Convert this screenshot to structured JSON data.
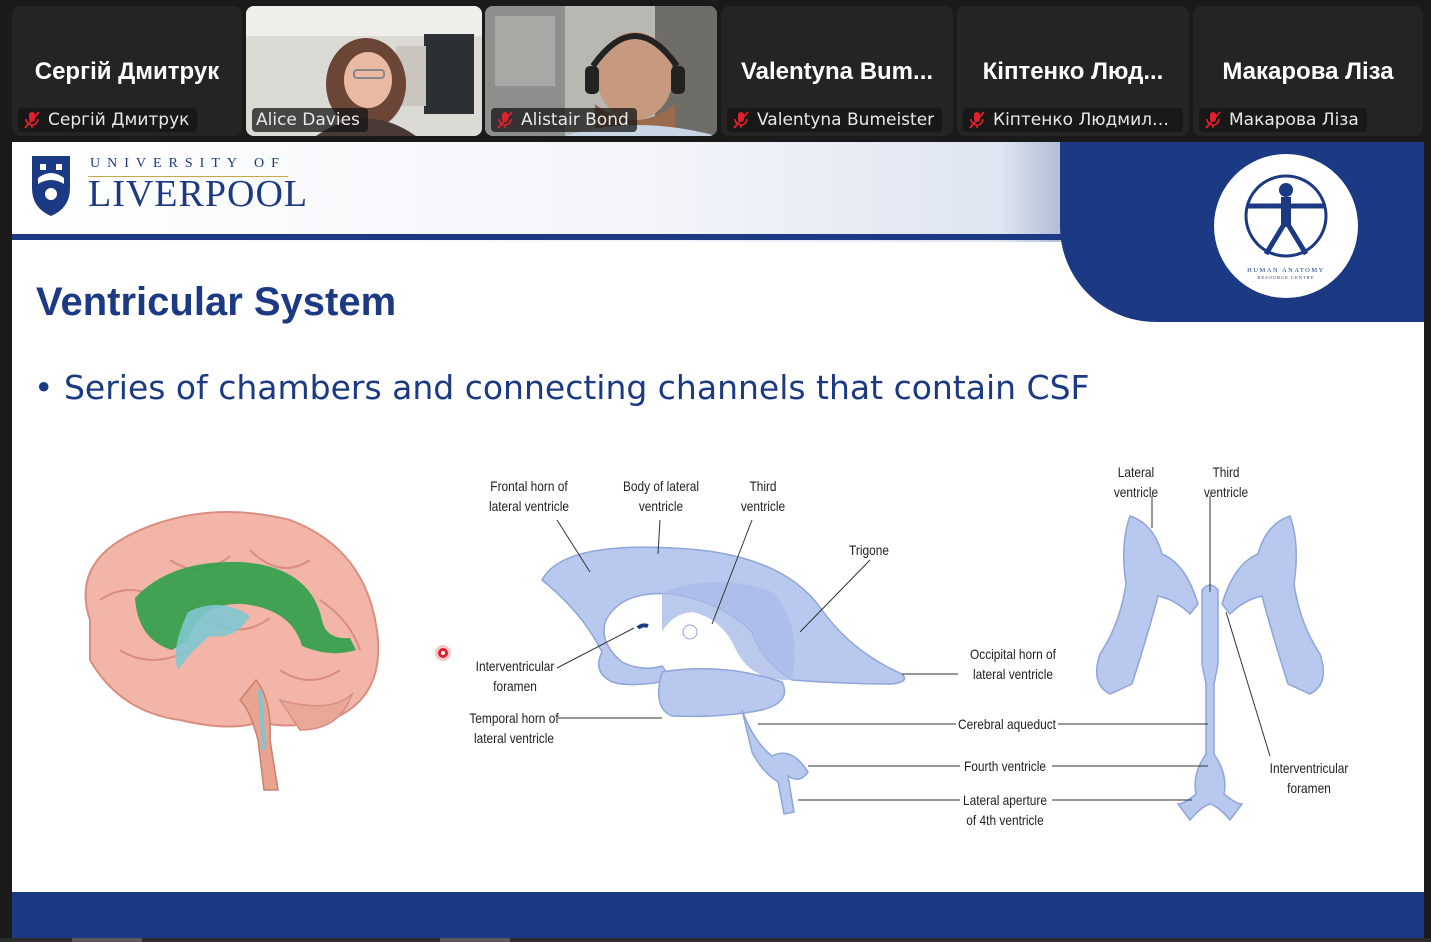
{
  "participants": [
    {
      "big_name": "Сергій Дмитрук",
      "tag": "Сергій Дмитрук",
      "muted": true,
      "video": false
    },
    {
      "big_name": "",
      "tag": "Alice Davies",
      "muted": false,
      "video": true,
      "active": true
    },
    {
      "big_name": "",
      "tag": "Alistair Bond",
      "muted": true,
      "video": true
    },
    {
      "big_name": "Valentyna  Bum...",
      "tag": "Valentyna Bumeister",
      "muted": true,
      "video": false
    },
    {
      "big_name": "Кіптенко  Люд...",
      "tag": "Кіптенко Людмила Ів...",
      "muted": true,
      "video": false
    },
    {
      "big_name": "Макарова Ліза",
      "tag": "Макарова Ліза",
      "muted": true,
      "video": false
    }
  ],
  "slide": {
    "uni_small": "UNIVERSITY OF",
    "uni_big": "LIVERPOOL",
    "logo_text": "HUMAN ANATOMY",
    "logo_subtext": "RESOURCE CENTRE",
    "title": "Ventricular System",
    "bullet": "• Series of chambers and connecting channels that contain CSF",
    "labels": {
      "frontal_horn": "Frontal horn of\nlateral ventricle",
      "body_lateral": "Body of lateral\nventricle",
      "third_ventricle": "Third\nventricle",
      "trigone": "Trigone",
      "interventricular_foramen": "Interventricular\nforamen",
      "temporal_horn": "Temporal horn of\nlateral ventricle",
      "occipital_horn": "Occipital horn of\nlateral ventricle",
      "cerebral_aqueduct": "Cerebral aqueduct",
      "fourth_ventricle": "Fourth ventricle",
      "lateral_aperture": "Lateral aperture\nof 4th ventricle",
      "lateral_ventricle": "Lateral\nventricle",
      "third_ventricle_2": "Third\nventricle",
      "interventricular_foramen_2": "Interventricular\nforamen"
    }
  },
  "colors": {
    "brand_blue": "#1c3a84",
    "ventricle_blue": "#b8c8ee",
    "active_speaker": "#4ed67f",
    "mic_muted": "#e0202b",
    "brain_pink": "#f2b5a8",
    "highlight_green": "#2fa04a"
  }
}
